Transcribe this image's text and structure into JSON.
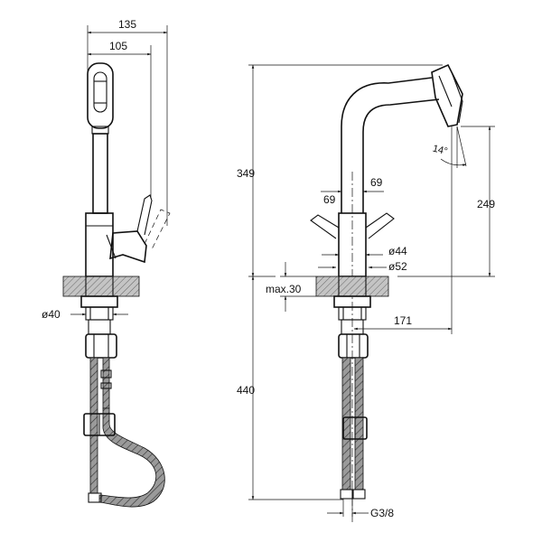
{
  "dimensions": {
    "front_width_total": "135",
    "front_width_spout": "105",
    "front_hose_dia": "ø40",
    "side_height_top": "349",
    "side_height_bottom": "440",
    "side_spout_height": "249",
    "side_angle": "14°",
    "side_handle_left": "69",
    "side_handle_right": "69",
    "side_dia_44": "ø44",
    "side_dia_52": "ø52",
    "side_max_deck": "max.30",
    "side_reach": "171",
    "side_thread": "G3/8"
  },
  "colors": {
    "line": "#111111",
    "deck": "#b5b5b5",
    "background": "#ffffff"
  }
}
